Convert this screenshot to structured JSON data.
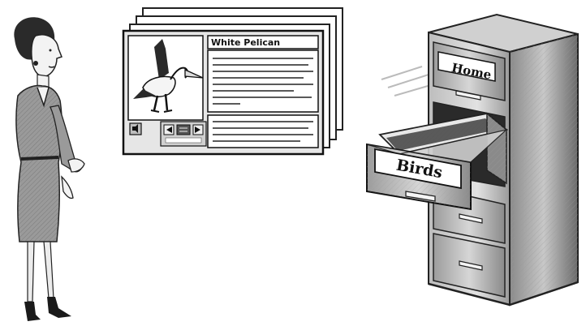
{
  "card": {
    "title": "White Pelican"
  },
  "cabinet": {
    "top_drawer_label": "Home",
    "open_drawer_label": "Birds"
  }
}
